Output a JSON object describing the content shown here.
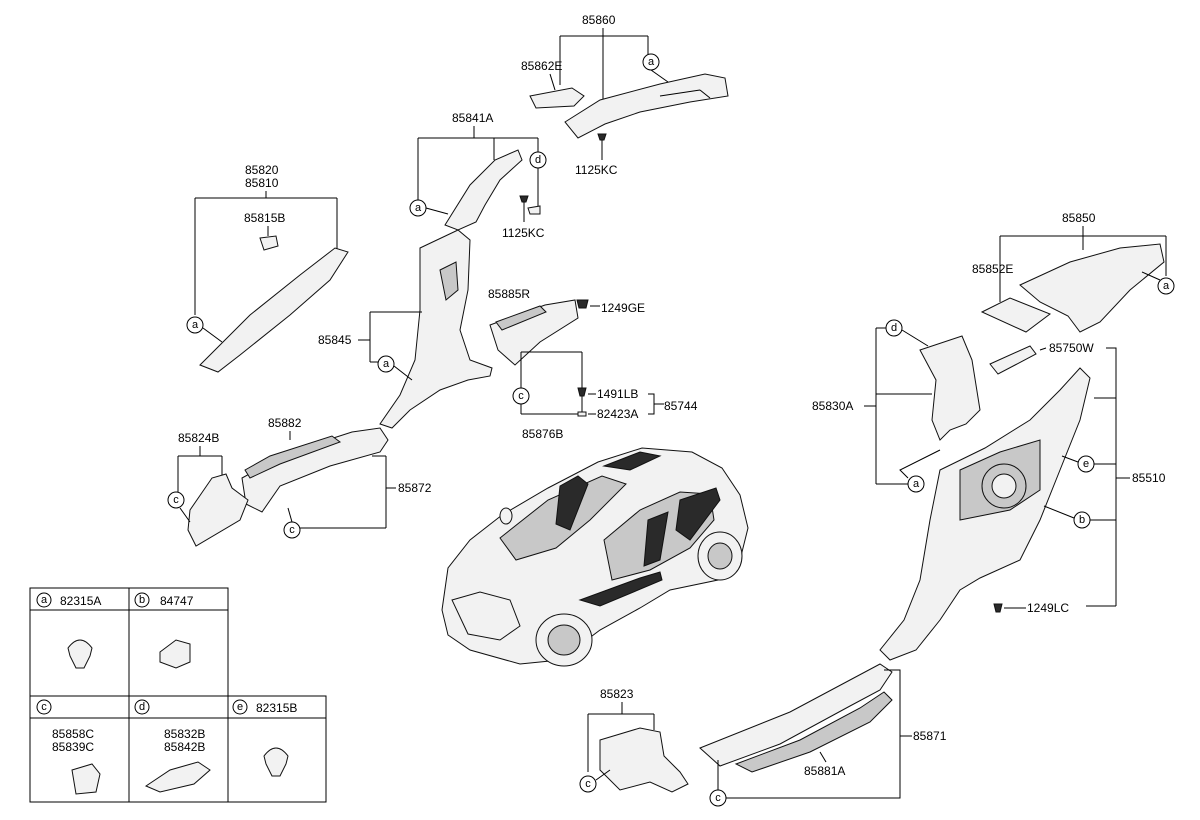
{
  "labels": {
    "p85860": "85860",
    "p85862E": "85862E",
    "p1125KC_top": "1125KC",
    "p85841A": "85841A",
    "p1125KC_mid": "1125KC",
    "p85820": "85820",
    "p85810": "85810",
    "p85815B": "85815B",
    "p85845": "85845",
    "p85885R": "85885R",
    "p1249GE": "1249GE",
    "p1491LB": "1491LB",
    "p82423A": "82423A",
    "p85744": "85744",
    "p85876B": "85876B",
    "p85882": "85882",
    "p85824B": "85824B",
    "p85872": "85872",
    "p85850": "85850",
    "p85852E": "85852E",
    "p85750W": "85750W",
    "p85830A": "85830A",
    "p85510": "85510",
    "p1249LC": "1249LC",
    "p85823": "85823",
    "p85871": "85871",
    "p85881A": "85881A"
  },
  "callouts": {
    "a": "a",
    "b": "b",
    "c": "c",
    "d": "d",
    "e": "e"
  },
  "legend": [
    {
      "key": "a",
      "parts": [
        "82315A"
      ]
    },
    {
      "key": "b",
      "parts": [
        "84747"
      ]
    },
    {
      "key": "c",
      "parts": [
        "85858C",
        "85839C"
      ]
    },
    {
      "key": "d",
      "parts": [
        "85832B",
        "85842B"
      ]
    },
    {
      "key": "e",
      "parts": [
        "82315B"
      ]
    }
  ]
}
